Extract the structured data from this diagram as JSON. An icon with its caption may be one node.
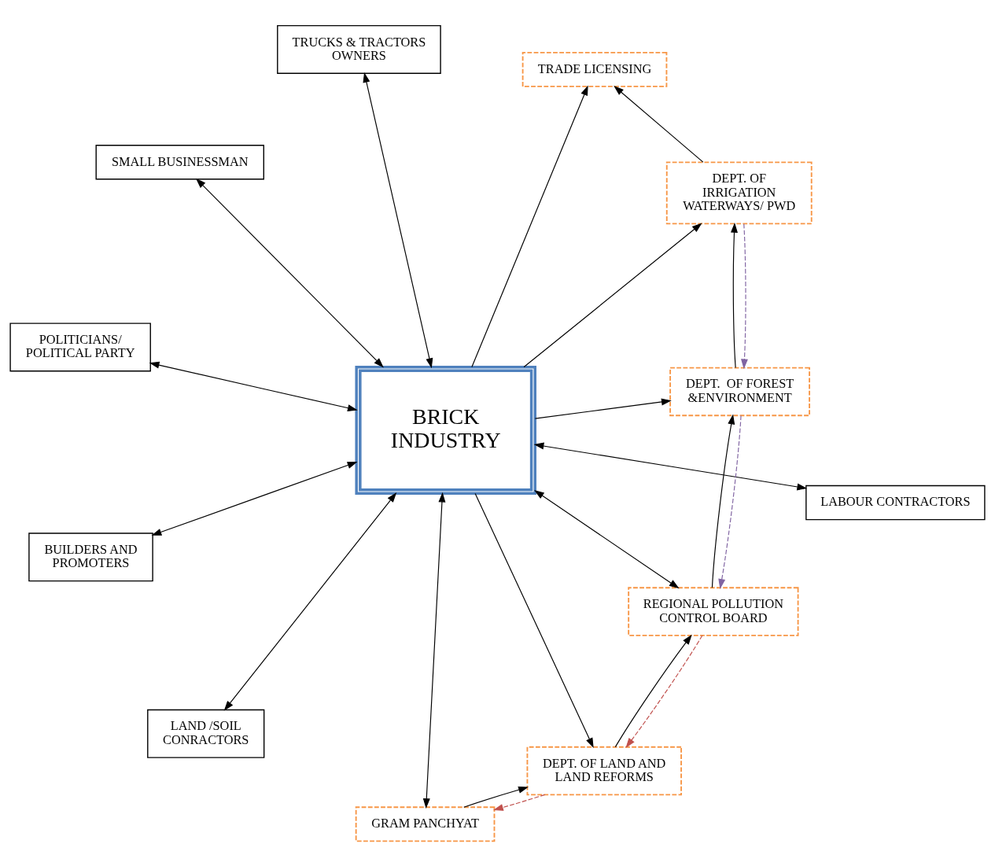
{
  "diagram": {
    "nodes": [
      {
        "text": [
          "BRICK INDUSTRY"
        ]
      },
      {
        "text": [
          "LABOUR CONTRACTORS"
        ]
      },
      {
        "text": [
          "LAND /SOIL CONRACTORS"
        ]
      },
      {
        "text": [
          "POLITICIANS/ POLITICAL PARTY"
        ]
      },
      {
        "text": [
          "TRUCKS & TRACTORS OWNERS"
        ]
      },
      {
        "text": [
          "SMALL BUSINESSMAN"
        ]
      },
      {
        "text": [
          "BUILDERS AND PROMOTERS"
        ]
      },
      {
        "text": [
          "GRAM PANCHYAT"
        ]
      },
      {
        "text": [
          "DEPT. OF LAND AND LAND REFORMS"
        ]
      },
      {
        "text": [
          "REGIONAL POLLUTION CONTROL BOARD"
        ]
      },
      {
        "text": [
          "DEPT.  OF FOREST &ENVIRONMENT"
        ]
      },
      {
        "text": [
          "DEPT. OF IRRIGATION WATERWAYS/ PWD"
        ]
      },
      {
        "text": [
          "TRADE LICENSING"
        ]
      }
    ],
    "edges": [
      {
        "from": 0,
        "to": 1,
        "arrow": "both"
      },
      {
        "from": 0,
        "to": 2,
        "arrow": "both"
      },
      {
        "from": 0,
        "to": 3,
        "arrow": "both"
      },
      {
        "from": 0,
        "to": 4,
        "arrow": "both"
      },
      {
        "from": 0,
        "to": 5,
        "arrow": "both"
      },
      {
        "from": 0,
        "to": 6,
        "arrow": "both"
      },
      {
        "from": 0,
        "to": 7,
        "arrow": "both"
      },
      {
        "from": 0,
        "to": 8,
        "arrow": "to"
      },
      {
        "from": 0,
        "to": 9,
        "arrow": "both"
      },
      {
        "from": 0,
        "to": 10,
        "arrow": "to"
      },
      {
        "from": 0,
        "to": 11,
        "arrow": "to"
      },
      {
        "from": 0,
        "to": 12,
        "arrow": "to"
      },
      {
        "from": 7,
        "to": 8,
        "arrow": "to"
      },
      {
        "from": 8,
        "to": 9,
        "arrow": "to"
      },
      {
        "from": 9,
        "to": 10,
        "arrow": "to"
      },
      {
        "from": 10,
        "to": 11,
        "arrow": "to"
      },
      {
        "from": 11,
        "to": 12,
        "arrow": "to"
      },
      {
        "from": 8,
        "to": 7,
        "arrow": "to",
        "style": "dashed",
        "color": "#c0504d"
      },
      {
        "from": 9,
        "to": 8,
        "arrow": "to",
        "style": "dashed",
        "color": "#c0504d"
      },
      {
        "from": 10,
        "to": 9,
        "arrow": "to",
        "style": "dashed",
        "color": "#8064a2"
      },
      {
        "from": 11,
        "to": 10,
        "arrow": "to",
        "style": "dashed",
        "color": "#8064a2"
      }
    ]
  }
}
